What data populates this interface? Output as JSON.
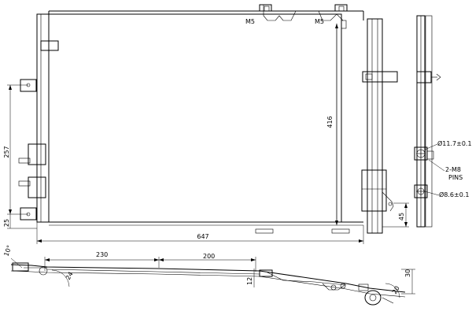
{
  "dimensions": {
    "width_total": "647",
    "height_core": "416",
    "left_span": "257",
    "left_bottom": "25",
    "right_offset": "45",
    "bottom_len_1": "230",
    "bottom_len_2": "200",
    "angle_left": "10°",
    "angle_24": "24",
    "dim_12": "12",
    "dim_30": "30",
    "dim_20": "20"
  },
  "labels": {
    "mount_left": "M5",
    "mount_right": "M5",
    "bore_upper": "Ø11.7±0.1",
    "pins_line1": "2-M8",
    "pins_line2": "PINS",
    "bore_lower": "Ø8.6±0.1"
  }
}
